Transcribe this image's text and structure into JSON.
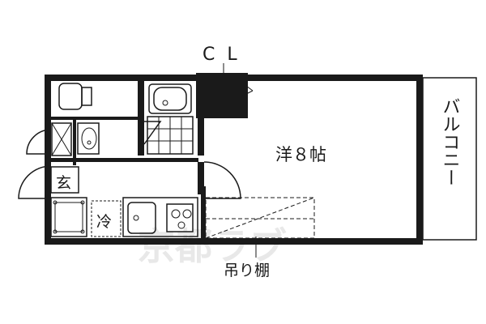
{
  "labels": {
    "closet": "C L",
    "western_room": "洋８帖",
    "balcony": "バルコニー",
    "entrance": "玄",
    "refrigerator": "冷",
    "loft_storage": "吊り棚"
  },
  "watermark": "京都ラブ",
  "colors": {
    "wall": "#1a1a1a",
    "watermark": "#d9d9d9",
    "background": "#ffffff"
  }
}
